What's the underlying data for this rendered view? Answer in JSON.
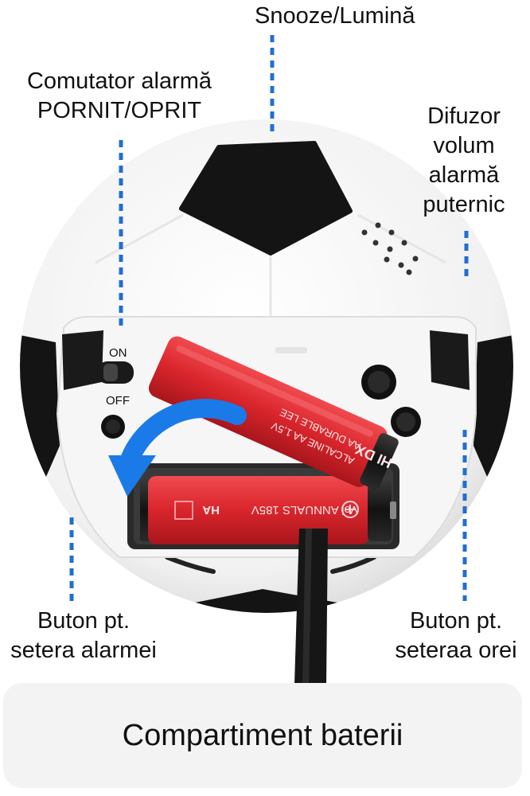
{
  "labels": {
    "snooze": "Snooze/Lumină",
    "alarm_switch": [
      "Comutator alarmă",
      "PORNIT/OPRIT"
    ],
    "speaker": [
      "Difuzor",
      "volum",
      "alarmă",
      "puternic"
    ],
    "alarm_button": [
      "Buton pt.",
      "setera alarmei"
    ],
    "time_button": [
      "Buton pt.",
      "seteraa orei"
    ]
  },
  "switch": {
    "on": "ON",
    "off": "OFF"
  },
  "battery_top": {
    "lines": [
      "ALCALINE AA 1,5V",
      "AA DURABLE LEE"
    ],
    "brand": "HI DX"
  },
  "battery_bottom": {
    "text": "Vol ANNUALS 185V",
    "brand": "HA"
  },
  "caption": "Compartiment baterii",
  "colors": {
    "callout_line": "#1f6fd1",
    "arrow": "#1a7ae8",
    "battery": "#d9252c",
    "ball_black": "#141414"
  }
}
